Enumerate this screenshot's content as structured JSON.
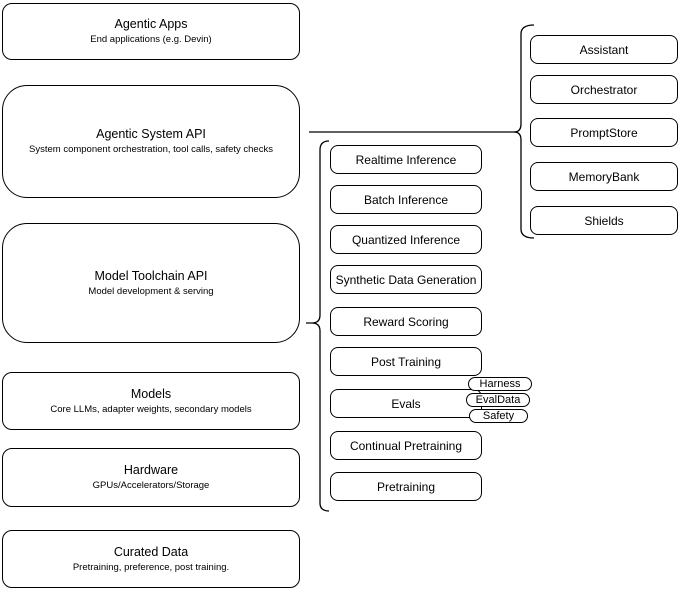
{
  "diagram": {
    "colors": {
      "stroke": "#000000",
      "background": "#ffffff",
      "text": "#000000"
    },
    "left_stack": [
      {
        "title": "Agentic Apps",
        "subtitle": "End applications (e.g. Devin)"
      },
      {
        "title": "Agentic System API",
        "subtitle": "System component orchestration, tool calls, safety checks"
      },
      {
        "title": "Model Toolchain API",
        "subtitle": "Model development & serving"
      },
      {
        "title": "Models",
        "subtitle": "Core LLMs, adapter weights, secondary models"
      },
      {
        "title": "Hardware",
        "subtitle": "GPUs/Accelerators/Storage"
      },
      {
        "title": "Curated Data",
        "subtitle": "Pretraining, preference, post training."
      }
    ],
    "toolchain_items": [
      "Realtime Inference",
      "Batch Inference",
      "Quantized Inference",
      "Synthetic Data Generation",
      "Reward Scoring",
      "Post Training",
      "Evals",
      "Continual Pretraining",
      "Pretraining"
    ],
    "eval_tags": [
      "Harness",
      "EvalData",
      "Safety"
    ],
    "system_components": [
      "Assistant",
      "Orchestrator",
      "PromptStore",
      "MemoryBank",
      "Shields"
    ]
  }
}
